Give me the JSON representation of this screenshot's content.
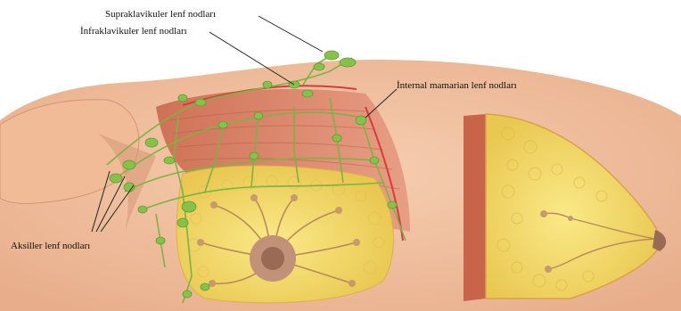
{
  "labels": {
    "supraclavicular": "Supraklavikuler lenf nodları",
    "infraclavicular": "İnfraklavikuler lenf nodları",
    "internal_mammary": "İnternal mamarian lenf nodları",
    "axillary": "Aksiller lenf nodları"
  },
  "colors": {
    "skin": "#f3c3a0",
    "skin_shadow": "#d99a78",
    "muscle": "#d7795f",
    "fat": "#f5dc6c",
    "lymph": "#7cb342",
    "nipple": "#9a6b54"
  }
}
